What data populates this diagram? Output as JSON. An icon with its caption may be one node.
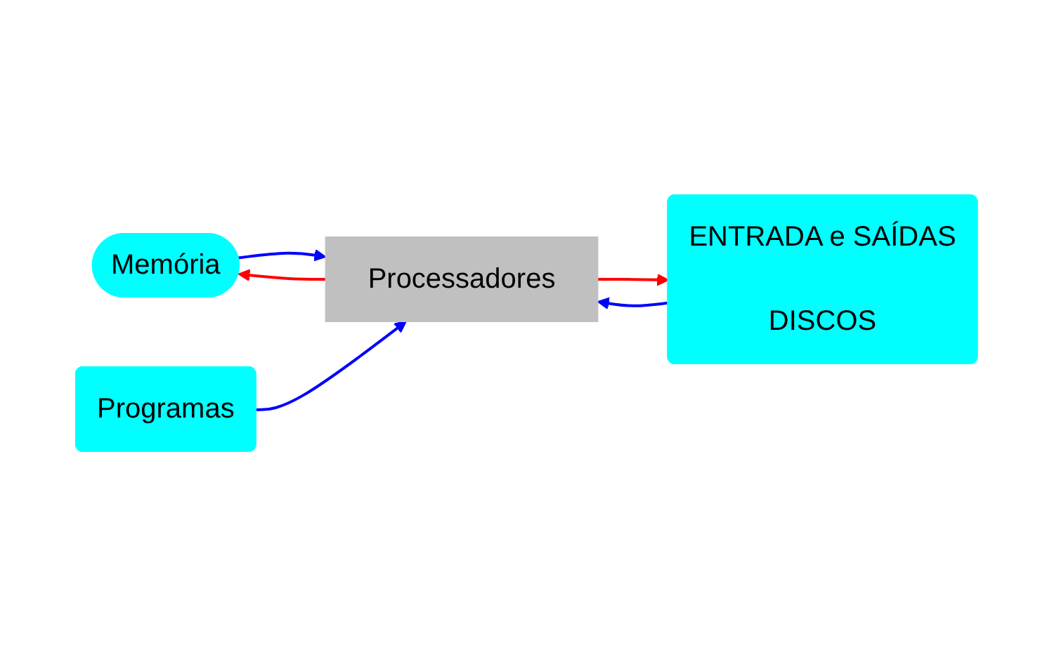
{
  "diagram": {
    "nodes": [
      {
        "text": [
          "Memória"
        ]
      },
      {
        "text": [
          "Processadores"
        ]
      },
      {
        "text": [
          "Programas"
        ]
      },
      {
        "text": [
          "ENTRADA e SAÍDAS",
          "DISCOS"
        ]
      }
    ],
    "edges": [
      {
        "from": 1,
        "to": 0,
        "arrow": "to",
        "color": "#ff0000"
      },
      {
        "from": 0,
        "to": 1,
        "arrow": "to",
        "color": "#0000ff"
      },
      {
        "from": 2,
        "to": 1,
        "arrow": "to",
        "color": "#0000ff"
      },
      {
        "from": 1,
        "to": 3,
        "arrow": "to",
        "color": "#ff0000"
      },
      {
        "from": 3,
        "to": 1,
        "arrow": "to",
        "color": "#0000ff"
      }
    ]
  }
}
